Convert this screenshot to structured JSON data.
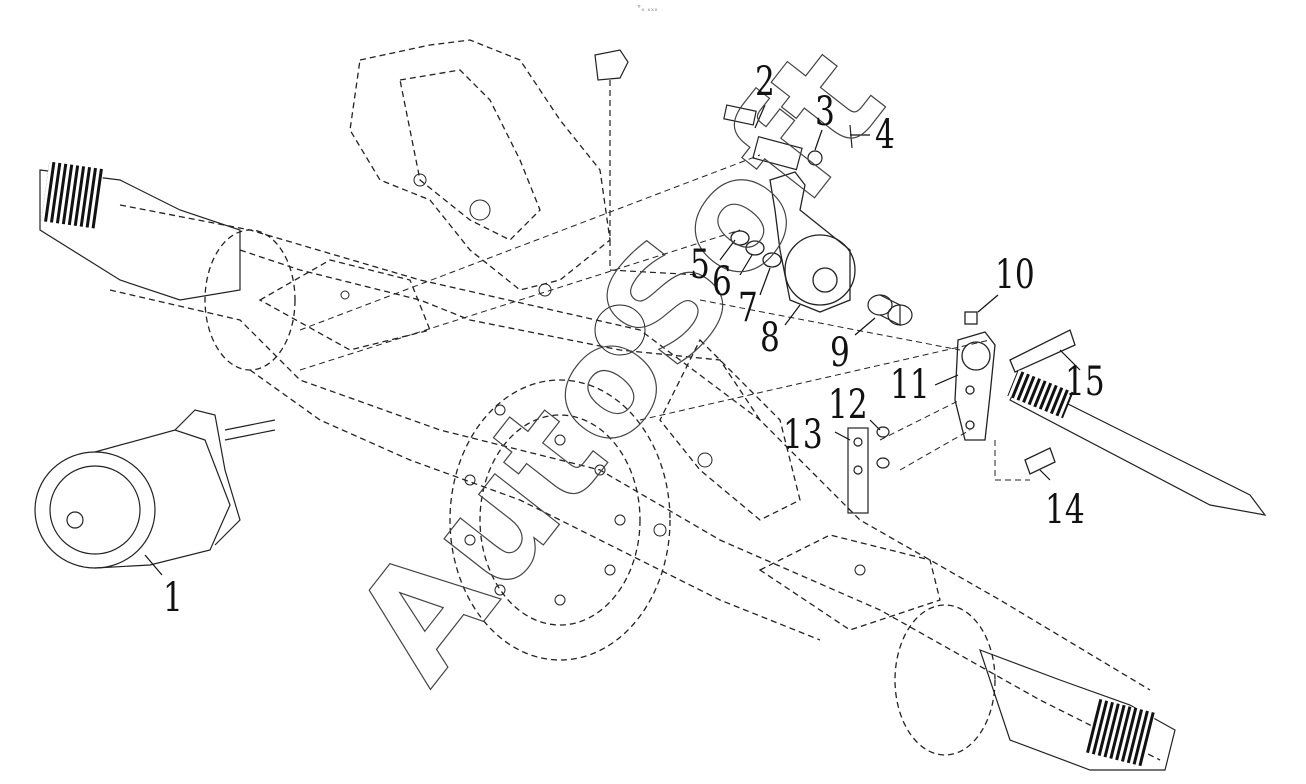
{
  "diagram": {
    "header_mark": "°ₓ ₓₓₓ",
    "watermark": "AutoSoft",
    "callouts": [
      {
        "id": "1",
        "text": "1"
      },
      {
        "id": "2",
        "text": "2"
      },
      {
        "id": "3",
        "text": "3"
      },
      {
        "id": "4",
        "text": "4"
      },
      {
        "id": "5",
        "text": "5"
      },
      {
        "id": "6",
        "text": "6"
      },
      {
        "id": "7",
        "text": "7"
      },
      {
        "id": "8",
        "text": "8"
      },
      {
        "id": "9",
        "text": "9"
      },
      {
        "id": "10",
        "text": "10"
      },
      {
        "id": "11",
        "text": "11"
      },
      {
        "id": "12",
        "text": "12"
      },
      {
        "id": "13",
        "text": "13"
      },
      {
        "id": "14",
        "text": "14"
      },
      {
        "id": "15",
        "text": "15"
      }
    ],
    "colors": {
      "line": "#1a1a1a",
      "dash": "#333333",
      "watermark": "#444444",
      "background": "#ffffff"
    }
  }
}
